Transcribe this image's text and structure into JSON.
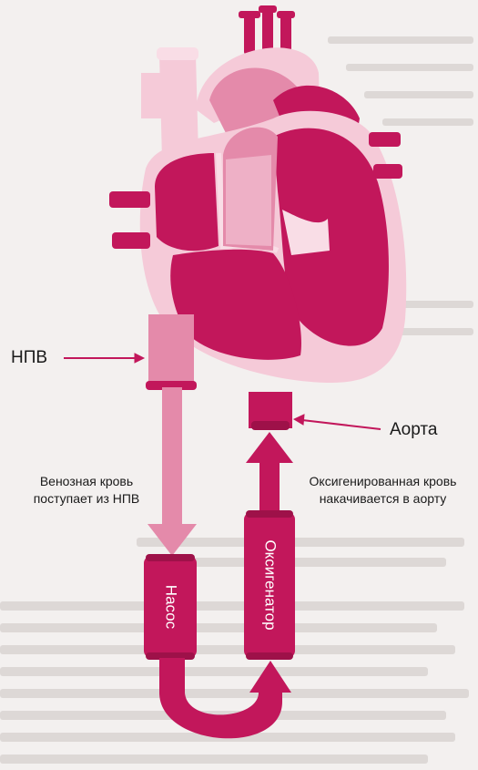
{
  "labels": {
    "ivc": "НПВ",
    "aorta": "Аорта",
    "venous_line1": "Венозная кровь",
    "venous_line2": "поступает из НПВ",
    "oxy_line1": "Оксигенированная кровь",
    "oxy_line2": "накачивается в аорту",
    "pump": "Насос",
    "oxygenator": "Оксигенатор"
  },
  "colors": {
    "magenta": "#c2175b",
    "magenta_dark": "#9e1149",
    "pink_mid": "#e48aaa",
    "pink_light": "#f5cad8",
    "pink_pale": "#f9dde6",
    "background": "#f3f0ef",
    "text": "#1a1a1a"
  },
  "icons": {
    "heart": "heart-illustration",
    "pump": "pump-cylinder",
    "oxygenator": "oxygenator-cylinder"
  }
}
